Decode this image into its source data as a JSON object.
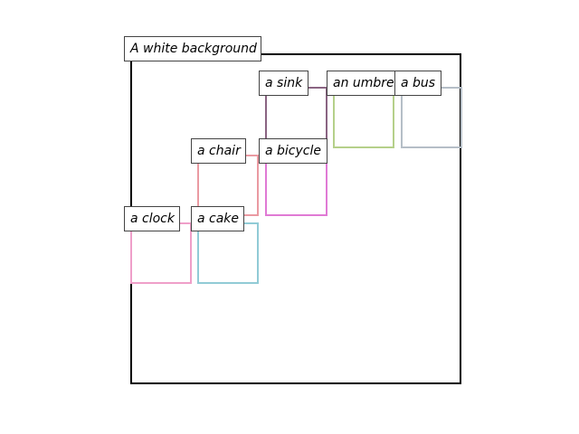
{
  "caption": "A white background",
  "objects": [
    {
      "label": "a sink",
      "color": "#8a6482"
    },
    {
      "label": "an umbrella",
      "color": "#b5d08a"
    },
    {
      "label": "a bus",
      "color": "#b5bec7"
    },
    {
      "label": "a chair",
      "color": "#ea9aa2"
    },
    {
      "label": "a bicycle",
      "color": "#e07ad5"
    },
    {
      "label": "a clock",
      "color": "#ef9fc9"
    },
    {
      "label": "a cake",
      "color": "#91cbd6"
    }
  ]
}
